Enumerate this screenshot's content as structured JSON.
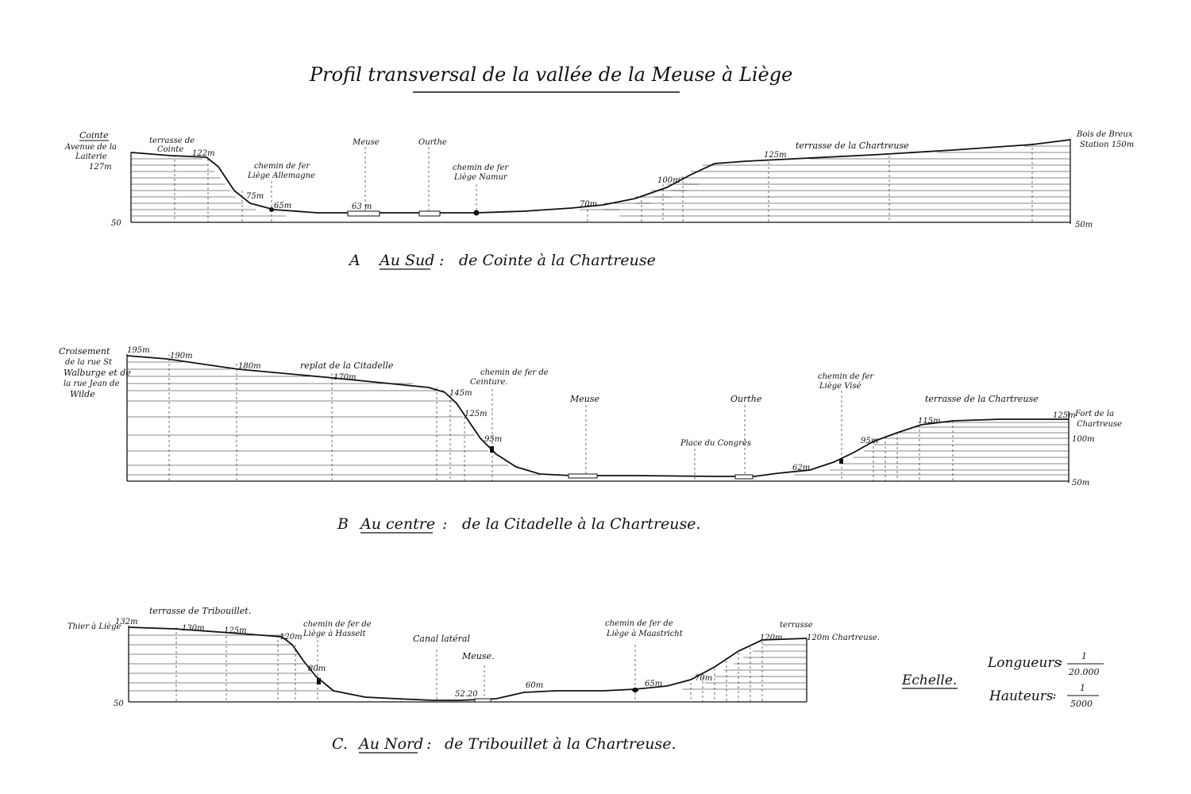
{
  "title": "Profil transversal de la vallée de la Meuse à Liège",
  "profiles": [
    {
      "id": "A",
      "caption": {
        "letter": "A",
        "region": "Au Sud",
        "sep": ":",
        "route": "de Cointe à la Chartreuse"
      },
      "left_place": "Cointe",
      "left_sub": [
        "Avenue de la",
        "Laiterie",
        "127m"
      ],
      "right_place": "Bois de Breux",
      "right_sub": "Station   150m",
      "base_left": "50",
      "base_right": "50m",
      "labels": {
        "terrasse_cointe": [
          "terrasse de",
          "Cointe"
        ],
        "e122": "122m",
        "e75": "75m",
        "e65": "65m",
        "chemin": [
          "chemin de fer",
          "Liège Allemagne"
        ],
        "meuse": "Meuse",
        "ourthe": "Ourthe",
        "e63": "63 m",
        "chemin2": [
          "chemin de fer",
          "Liège Namur"
        ],
        "e70": "70m",
        "e100": "100m",
        "e125": "125m",
        "terrasse_chartreuse": "terrasse de la Chartreuse"
      }
    },
    {
      "id": "B",
      "caption": {
        "letter": "B",
        "region": "Au centre",
        "sep": ":",
        "route": "de la Citadelle à la Chartreuse."
      },
      "left_place": [
        "Croisement",
        "de la rue St",
        "Walburge et de",
        "la rue Jean de",
        "Wilde"
      ],
      "right_place": [
        "Fort de la",
        "Chartreuse"
      ],
      "base_right": "50m",
      "labels": {
        "e195": "195m",
        "e190": "190m",
        "e180": "180m",
        "replat": "replat de la Citadelle",
        "e170": "170m",
        "e145": "145m",
        "e125": "125m",
        "e95": "95m",
        "chemin": [
          "chemin de fer de",
          "Ceinture."
        ],
        "meuse": "Meuse",
        "ourthe": "Ourthe",
        "place": "Place du Congrès",
        "e62": "62m",
        "chemin2": [
          "chemin de fer",
          "Liège Visé"
        ],
        "e95r": "95m",
        "e115": "115m",
        "e125r": "125m",
        "terrasse": "terrasse de la Chartreuse",
        "e100": "100m"
      }
    },
    {
      "id": "C",
      "caption": {
        "letter": "C.",
        "region": "Au Nord",
        "sep": ":",
        "route": "de Tribouillet à la Chartreuse."
      },
      "left_place": "Thier à Liège",
      "base_left": "50",
      "labels": {
        "e132": "132m",
        "terrasse": "terrasse de Tribouillet.",
        "e130": "130m",
        "e125": "125m",
        "e120": "120m",
        "chemin": [
          "chemin de fer de",
          "Liège à Hasselt"
        ],
        "e80": "80m",
        "canal": "Canal latéral",
        "meuse": "Meuse.",
        "e5220": "52.20",
        "e60": "60m",
        "chemin2": [
          "chemin de fer de",
          "Liège à Maastricht"
        ],
        "e65": "65m",
        "e70": "70m",
        "e120r": "120m",
        "terrasse_r": "terrasse",
        "chartreuse": "120m Chartreuse."
      }
    }
  ],
  "scale": {
    "label": "Echelle.",
    "longueurs_label": "Longueurs",
    "longueurs_num": "1",
    "longueurs_den": "20.000",
    "hauteurs_label": "Hauteurs",
    "hauteurs_num": "1",
    "hauteurs_den": "5000"
  }
}
